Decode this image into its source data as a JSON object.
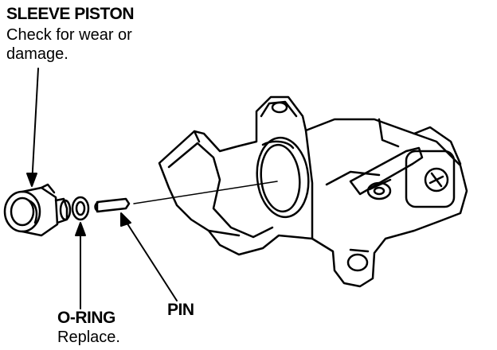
{
  "labels": {
    "sleeve_piston": {
      "title": "SLEEVE PISTON",
      "note_line1": "Check for wear or",
      "note_line2": "damage."
    },
    "o_ring": {
      "title": "O-RING",
      "note": "Replace."
    },
    "pin": {
      "title": "PIN"
    }
  },
  "colors": {
    "line": "#000000",
    "background": "#ffffff"
  }
}
